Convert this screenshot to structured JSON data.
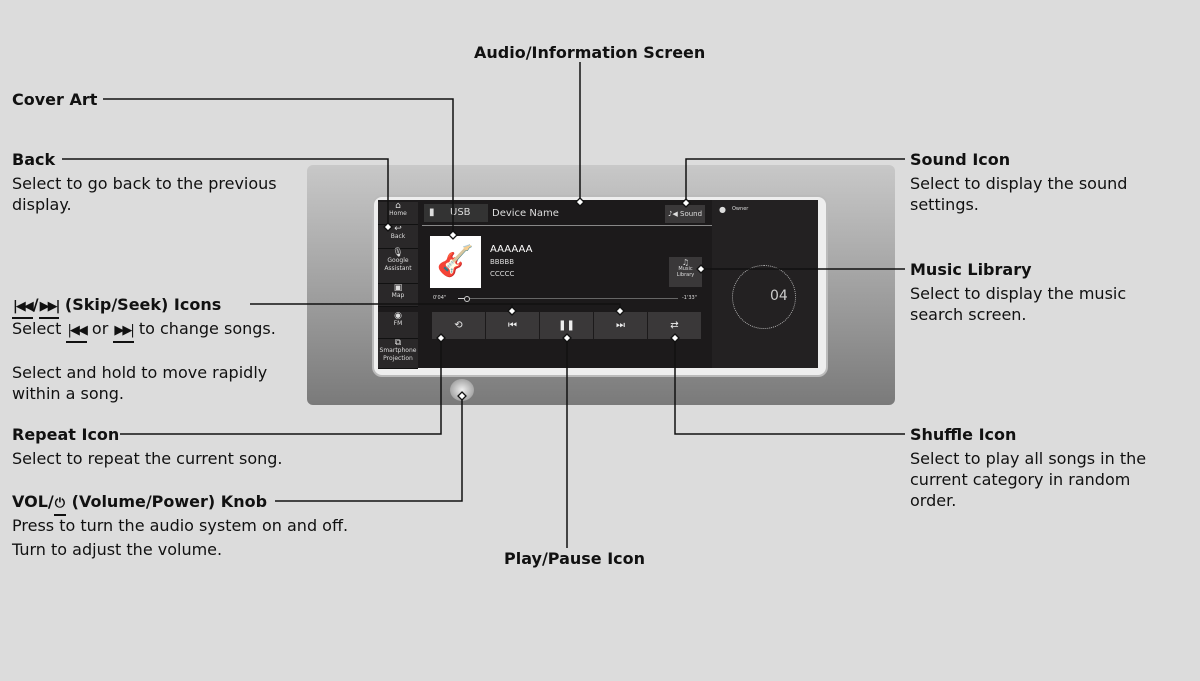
{
  "callouts": {
    "screen": "Audio/Information Screen",
    "cover_art": "Cover Art",
    "back_title": "Back",
    "back_desc": "Select to go back to the previous display.",
    "skip_title": "(Skip/Seek) Icons",
    "skip_icon_prev": "|◀◀",
    "skip_icon_next": "▶▶|",
    "skip_sep": "/",
    "skip_desc_a": "Select",
    "skip_desc_or": "or",
    "skip_desc_b": "to change songs.",
    "skip_desc2": "Select and hold to move rapidly within a song.",
    "repeat_title": "Repeat Icon",
    "repeat_desc": "Select to repeat the current song.",
    "vol_title_a": "VOL/",
    "vol_power": "⏻",
    "vol_title_b": "(Volume/Power) Knob",
    "vol_desc1": "Press to turn the audio system on and off.",
    "vol_desc2": "Turn to adjust the volume.",
    "play_title": "Play/Pause Icon",
    "sound_title": "Sound Icon",
    "sound_desc": "Select to display the sound settings.",
    "library_title": "Music Library",
    "library_desc": "Select to display the music search screen.",
    "shuffle_title": "Shuffle Icon",
    "shuffle_desc": "Select to play all songs in the current category in random order."
  },
  "screen": {
    "sidebar": [
      "Home",
      "Back",
      "Google Assistant",
      "Map",
      "FM",
      "Smartphone Projection"
    ],
    "source": "USB",
    "device": "Device Name",
    "sound_btn": "Sound",
    "track": {
      "title": "AAAAAA",
      "artist": "BBBBB",
      "album": "CCCCC"
    },
    "elapsed": "0'04\"",
    "remaining": "-1'33\"",
    "progress": 0.04,
    "library_btn": "Music Library",
    "owner": "Owner",
    "clock": "04"
  }
}
